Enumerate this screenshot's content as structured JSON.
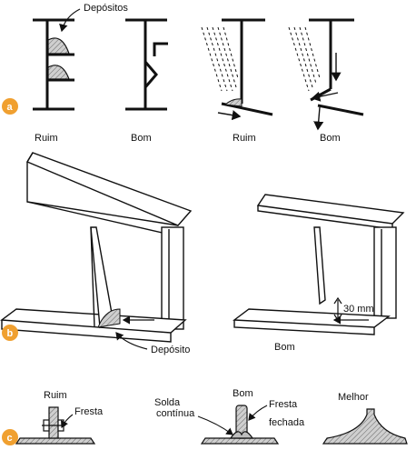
{
  "colors": {
    "badge": "#f0a030",
    "deposit": "#bdbdbd",
    "ink": "#111111"
  },
  "section_a": {
    "badge": "a",
    "deposits_label": "Depósitos",
    "panel_labels": [
      "Ruim",
      "Bom",
      "Ruim",
      "Bom"
    ]
  },
  "section_b": {
    "badge": "b",
    "deposit_label": "Depósito",
    "dimension_label": "30 mm",
    "right_label": "Bom"
  },
  "section_c": {
    "badge": "c",
    "left_title": "Ruim",
    "left_note": "Fresta",
    "mid_title": "Bom",
    "mid_note_weld": [
      "Solda",
      "contínua"
    ],
    "mid_note_gap": [
      "Fresta",
      "fechada"
    ],
    "right_title": "Melhor"
  }
}
